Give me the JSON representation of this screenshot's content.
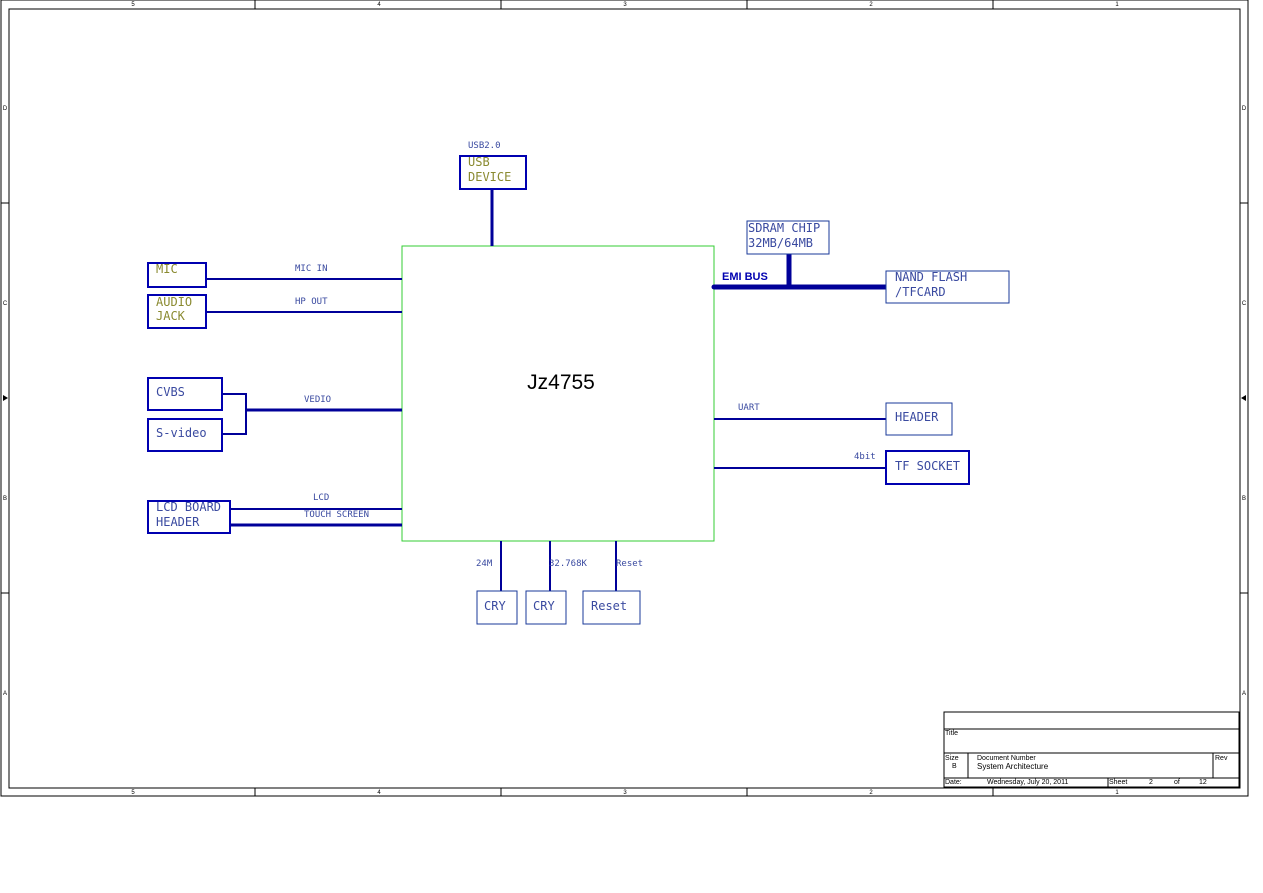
{
  "chip": {
    "label": "Jz4755"
  },
  "blocks": {
    "usb_device": {
      "line1": "USB",
      "line2": "DEVICE"
    },
    "mic": {
      "label": "MIC"
    },
    "audio_jack": {
      "line1": "AUDIO",
      "line2": "JACK"
    },
    "cvbs": {
      "label": "CVBS"
    },
    "svideo": {
      "label": "S-video"
    },
    "lcd_board_header": {
      "line1": "LCD BOARD",
      "line2": "HEADER"
    },
    "sdram_chip": {
      "line1": "SDRAM CHIP",
      "line2": "32MB/64MB"
    },
    "nand_flash": {
      "line1": "NAND FLASH",
      "line2": "/TFCARD"
    },
    "header": {
      "label": "HEADER"
    },
    "tf_socket": {
      "label": "TF SOCKET"
    },
    "cry_24m": {
      "label": "CRY"
    },
    "cry_32k": {
      "label": "CRY"
    },
    "reset": {
      "label": "Reset"
    }
  },
  "nets": {
    "usb20": "USB2.0",
    "mic_in": "MIC IN",
    "hp_out": "HP OUT",
    "vedio": "VEDIO",
    "lcd": "LCD",
    "touch_screen": "TOUCH SCREEN",
    "emi_bus": "EMI BUS",
    "uart": "UART",
    "bit4": "4bit",
    "m24": "24M",
    "k32": "32.768K",
    "reset": "Reset"
  },
  "border": {
    "columns": [
      "5",
      "4",
      "3",
      "2",
      "1"
    ],
    "rows": [
      "D",
      "C",
      "B",
      "A"
    ]
  },
  "title_block": {
    "title_label": "Title",
    "size_label": "Size",
    "size_value": "B",
    "docnum_label": "Document Number",
    "docnum_value": "System Architecture",
    "rev_label": "Rev",
    "date_label": "Date:",
    "date_value": "Wednesday, July 20, 2011",
    "sheet_label": "Sheet",
    "sheet_value": "2",
    "of_label": "of",
    "of_value": "12"
  },
  "colors": {
    "wire": "#000099",
    "box_heavy": "#0000b0",
    "box_light": "#1a3a9a",
    "text_blue": "#3a4aa0",
    "text_olive": "#8a8a30",
    "chip_outline": "#33cc33"
  }
}
